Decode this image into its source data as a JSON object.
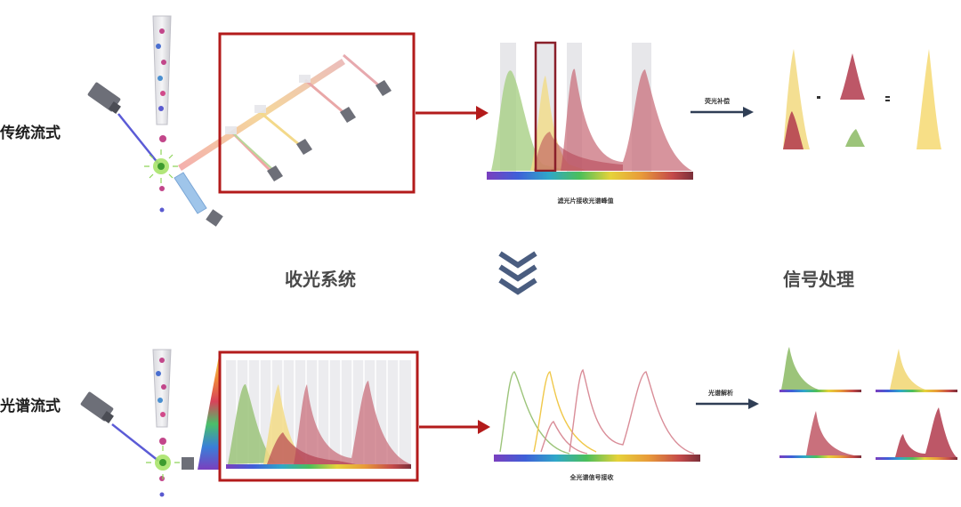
{
  "rows": {
    "traditional": {
      "label": "传统流式"
    },
    "spectral": {
      "label": "光谱流式"
    }
  },
  "sections": {
    "optics": "收光系统",
    "signal": "信号处理"
  },
  "captions": {
    "filter_peaks": "滤光片接收光谱峰值",
    "compensation": "荧光补偿",
    "full_spectrum": "全光谱信号接收",
    "unmixing": "光谱解析"
  },
  "colors": {
    "frame_red": "#b31b1b",
    "arrow_navy": "#2f3e55",
    "chevron": "#4a5d80",
    "green": "#9cc47a",
    "yellow": "#f6dc7a",
    "pink": "#d98d98",
    "crimson": "#b23a4c",
    "laser": "#5b5bd6"
  },
  "icons": [
    "laser-icon",
    "detector-icon",
    "cell-icon",
    "chevron-down-icon"
  ]
}
